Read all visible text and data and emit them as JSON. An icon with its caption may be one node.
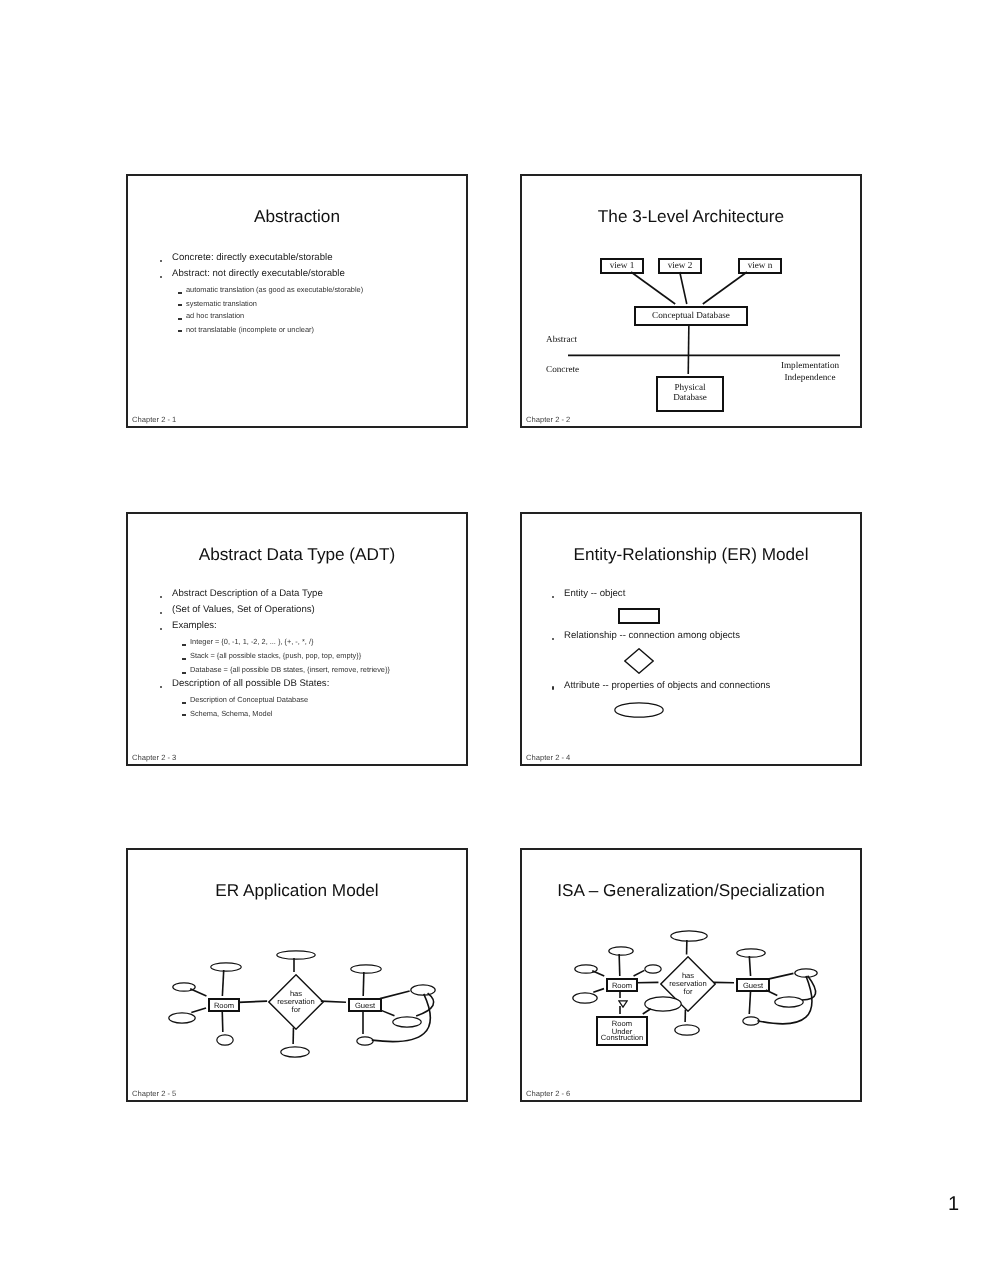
{
  "diagram": {
    "nodes": [
      {
        "text": [
          "Abstraction"
        ]
      },
      {
        "text": [
          "The 3-Level Architecture"
        ]
      },
      {
        "text": [
          "view 1"
        ],
        "in": 1
      },
      {
        "text": [
          "view 2"
        ],
        "in": 1
      },
      {
        "text": [
          "view n"
        ],
        "in": 1
      },
      {
        "text": [
          "Conceptual Database"
        ],
        "in": 1
      },
      {
        "text": [
          "Physical Database"
        ],
        "in": 1
      },
      {
        "text": [
          "Abstract Data Type (ADT)"
        ]
      },
      {
        "text": [
          "Entity-Relationship (ER) Model"
        ]
      },
      {
        "text": [],
        "shape": "box",
        "in": 8
      },
      {
        "text": [],
        "shape": "diamond",
        "in": 8
      },
      {
        "text": [],
        "shape": "ellipse",
        "in": 8
      },
      {
        "text": [
          "ER Application Model"
        ]
      },
      {
        "text": [
          "Room"
        ],
        "in": 12
      },
      {
        "text": [
          "has reservation for"
        ],
        "in": 12
      },
      {
        "text": [
          "Guest"
        ],
        "in": 12
      },
      {
        "text": [],
        "shape": "ellipse",
        "in": 12
      },
      {
        "text": [],
        "shape": "ellipse",
        "in": 12
      },
      {
        "text": [],
        "shape": "ellipse",
        "in": 12
      },
      {
        "text": [],
        "shape": "ellipse",
        "in": 12
      },
      {
        "text": [],
        "shape": "ellipse",
        "in": 12
      },
      {
        "text": [],
        "shape": "ellipse",
        "in": 12
      },
      {
        "text": [],
        "shape": "ellipse",
        "in": 12
      },
      {
        "text": [],
        "shape": "ellipse",
        "in": 12
      },
      {
        "text": [],
        "shape": "ellipse",
        "in": 12
      },
      {
        "text": [],
        "shape": "ellipse",
        "in": 12
      },
      {
        "text": [
          "ISA – Generalization/Specialization"
        ]
      },
      {
        "text": [
          "Room"
        ],
        "in": 26
      },
      {
        "text": [
          "has reservation for"
        ],
        "in": 26
      },
      {
        "text": [
          "Guest"
        ],
        "in": 26
      },
      {
        "text": [],
        "shape": "ellipse",
        "in": 26
      },
      {
        "text": [],
        "shape": "ellipse",
        "in": 26
      },
      {
        "text": [],
        "shape": "ellipse",
        "in": 26
      },
      {
        "text": [],
        "shape": "ellipse",
        "in": 26
      },
      {
        "text": [],
        "shape": "ellipse",
        "in": 26
      },
      {
        "text": [],
        "shape": "ellipse",
        "in": 26
      },
      {
        "text": [],
        "shape": "ellipse",
        "in": 26
      },
      {
        "text": [],
        "shape": "ellipse",
        "in": 26
      },
      {
        "text": [],
        "shape": "ellipse",
        "in": 26
      },
      {
        "text": [],
        "shape": "ellipse",
        "in": 26
      },
      {
        "text": [],
        "shape": "triangle",
        "in": 26
      },
      {
        "text": [
          "Room Under Construction"
        ],
        "in": 26
      },
      {
        "text": [],
        "shape": "ellipse",
        "in": 26
      }
    ],
    "edges": [
      {
        "from": 2,
        "to": 5,
        "arrow": "none"
      },
      {
        "from": 3,
        "to": 5,
        "arrow": "none"
      },
      {
        "from": 4,
        "to": 5,
        "arrow": "none"
      },
      {
        "from": 5,
        "to": 6,
        "arrow": "none"
      },
      {
        "from": 13,
        "to": 16,
        "arrow": "none"
      },
      {
        "from": 13,
        "to": 17,
        "arrow": "none"
      },
      {
        "from": 13,
        "to": 18,
        "arrow": "none"
      },
      {
        "from": 13,
        "to": 19,
        "arrow": "none"
      },
      {
        "from": 13,
        "to": 14,
        "arrow": "none"
      },
      {
        "from": 14,
        "to": 15,
        "arrow": "none"
      },
      {
        "from": 14,
        "to": 20,
        "arrow": "none"
      },
      {
        "from": 14,
        "to": 21,
        "arrow": "none"
      },
      {
        "from": 15,
        "to": 22,
        "arrow": "none"
      },
      {
        "from": 15,
        "to": 23,
        "arrow": "none"
      },
      {
        "from": 15,
        "to": 24,
        "arrow": "none"
      },
      {
        "from": 15,
        "to": 25,
        "arrow": "none"
      },
      {
        "from": 25,
        "to": 23,
        "arrow": "none"
      },
      {
        "from": 24,
        "to": 23,
        "arrow": "none"
      },
      {
        "from": 27,
        "to": 30,
        "arrow": "none"
      },
      {
        "from": 27,
        "to": 31,
        "arrow": "none"
      },
      {
        "from": 27,
        "to": 32,
        "arrow": "none"
      },
      {
        "from": 27,
        "to": 33,
        "arrow": "none"
      },
      {
        "from": 27,
        "to": 28,
        "arrow": "none"
      },
      {
        "from": 28,
        "to": 29,
        "arrow": "none"
      },
      {
        "from": 28,
        "to": 34,
        "arrow": "none"
      },
      {
        "from": 28,
        "to": 35,
        "arrow": "none"
      },
      {
        "from": 29,
        "to": 36,
        "arrow": "none"
      },
      {
        "from": 29,
        "to": 37,
        "arrow": "none"
      },
      {
        "from": 29,
        "to": 38,
        "arrow": "none"
      },
      {
        "from": 29,
        "to": 39,
        "arrow": "none"
      },
      {
        "from": 39,
        "to": 37,
        "arrow": "none"
      },
      {
        "from": 38,
        "to": 37,
        "arrow": "none"
      },
      {
        "from": 27,
        "to": 40,
        "arrow": "none"
      },
      {
        "from": 40,
        "to": 41,
        "arrow": "none"
      },
      {
        "from": 41,
        "to": 42,
        "arrow": "none"
      }
    ],
    "labels": [
      "Concrete: directly executable/storable",
      "Abstract: not directly executable/storable",
      "automatic translation (as good as executable/storable)",
      "systematic translation",
      "ad hoc translation",
      "not translatable (incomplete or unclear)",
      "Chapter 2 - 1",
      "Abstract",
      "Concrete",
      "Implementation Independence",
      "Chapter 2 - 2",
      "Abstract Description of a Data Type",
      "(Set of Values, Set of Operations)",
      "Examples:",
      "Integer = {0, -1, 1, -2, 2, ... }, {+, -, *, /}",
      "Stack = {all possible stacks, {push, pop, top, empty}}",
      "Database = {all possible DB states, {insert, remove, retrieve}}",
      "Description of all possible DB States:",
      "Description of Conceptual Database",
      "Schema, Schema, Model",
      "Chapter 2 - 3",
      "Entity -- object",
      "Relationship -- connection among objects",
      "Attribute -- properties of objects and connections",
      "Chapter 2 - 4",
      "Chapter 2 - 5",
      "Chapter 2 - 6",
      "1"
    ]
  }
}
